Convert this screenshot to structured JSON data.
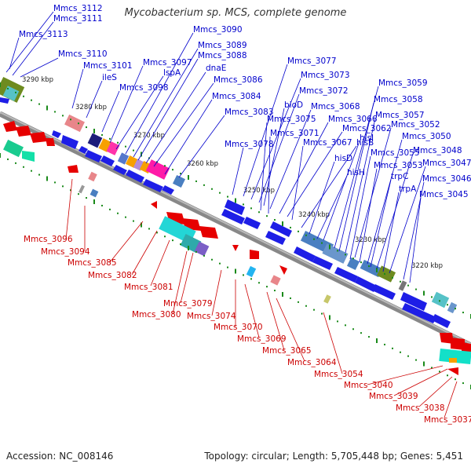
{
  "title": "Mycobacterium sp. MCS, complete genome",
  "accession": "Accession: NC_008146",
  "summary": "Topology: circular; Length: 5,705,448 bp; Genes: 5,451",
  "ticks": [
    "3290 kbp",
    "3280 kbp",
    "3270 kbp",
    "3260 kbp",
    "3250 kbp",
    "3240 kbp",
    "3230 kbp",
    "3220 kbp"
  ],
  "genes_top": [
    "Mmcs_3112",
    "Mmcs_3111",
    "Mmcs_3113",
    "Mmcs_3110",
    "Mmcs_3101",
    "ileS",
    "Mmcs_3098",
    "Mmcs_3097",
    "lspA",
    "Mmcs_3090",
    "Mmcs_3089",
    "Mmcs_3088",
    "dnaE",
    "Mmcs_3086",
    "Mmcs_3084",
    "Mmcs_3083",
    "Mmcs_3078",
    "Mmcs_3077",
    "Mmcs_3073",
    "Mmcs_3072",
    "bioD",
    "Mmcs_3068",
    "Mmcs_3075",
    "Mmcs_3066",
    "Mmcs_3071",
    "Mmcs_3062",
    "Mmcs_3067",
    "hisB",
    "hisD",
    "hisH",
    "hisI",
    "Mmcs_3059",
    "Mmcs_3058",
    "Mmcs_3057",
    "Mmcs_3052",
    "Mmcs_3055",
    "Mmcs_3050",
    "Mmcs_3053",
    "Mmcs_3048",
    "trpC",
    "Mmcs_3047",
    "trpA",
    "Mmcs_3046",
    "Mmcs_3045"
  ],
  "genes_bottom": [
    "Mmcs_3096",
    "Mmcs_3094",
    "Mmcs_3085",
    "Mmcs_3082",
    "Mmcs_3081",
    "Mmcs_3079",
    "Mmcs_3080",
    "Mmcs_3074",
    "Mmcs_3070",
    "Mmcs_3069",
    "Mmcs_3065",
    "Mmcs_3064",
    "Mmcs_3054",
    "Mmcs_3040",
    "Mmcs_3039",
    "Mmcs_3038",
    "Mmcs_3037"
  ]
}
